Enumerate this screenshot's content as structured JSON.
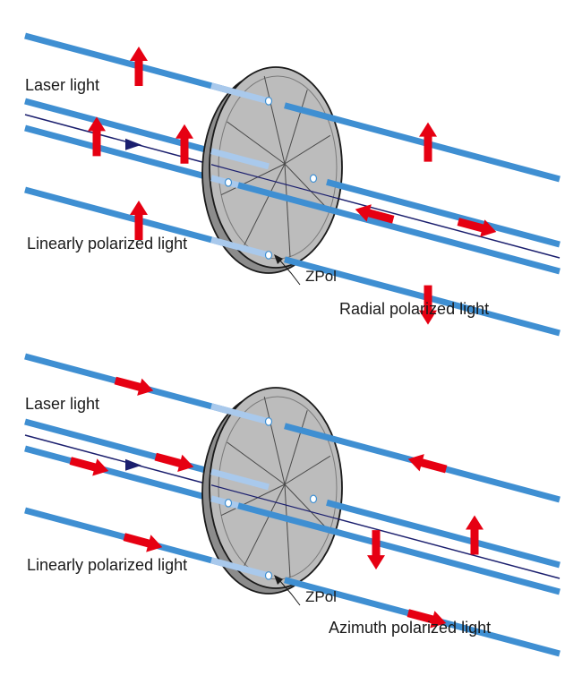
{
  "panels": [
    {
      "laser_label": "Laser light",
      "linear_label": "Linearly polarized light",
      "device_label": "ZPol",
      "output_label": "Radial polarized light"
    },
    {
      "laser_label": "Laser light",
      "linear_label": "Linearly polarized light",
      "device_label": "ZPol",
      "output_label": "Azimuth polarized light"
    }
  ],
  "colors": {
    "beam": "#3f8fd2",
    "beam_inside": "#a9c9ec",
    "arrow": "#e60012",
    "axis": "#1b1f6e",
    "disk_fill": "#bcbcbc",
    "disk_edge": "#c8c8c8",
    "outline": "#1a1a1a"
  },
  "icons": {
    "polarization_arrow": "red-polarization-arrow-icon",
    "propagation_arrow": "navy-propagation-arrow-icon",
    "beam_spot": "beam-spot-icon"
  }
}
